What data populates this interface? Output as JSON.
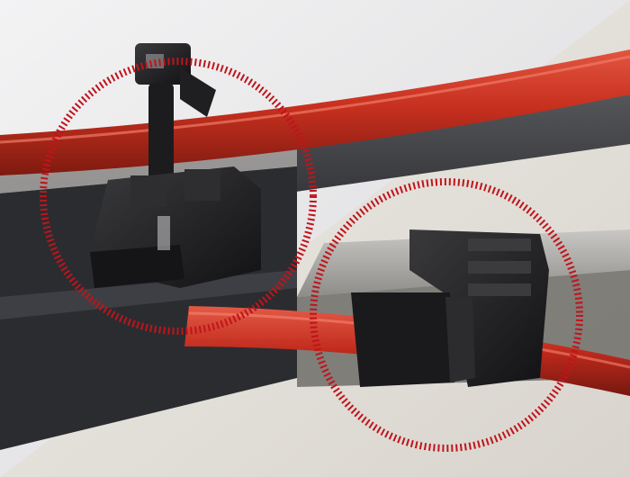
{
  "scene": {
    "description_labels": [],
    "colors": {
      "cable_red": "#c8301f",
      "clip_black": "#1e1e20",
      "rail_gray": "#3a3b3f",
      "panel_light": "#e6e3de",
      "highlight_ring": "#c0141c"
    },
    "callouts": [
      {
        "name": "left-detail-ring",
        "style": "dashed-red-circle"
      },
      {
        "name": "right-detail-ring",
        "style": "dashed-red-circle"
      }
    ]
  }
}
